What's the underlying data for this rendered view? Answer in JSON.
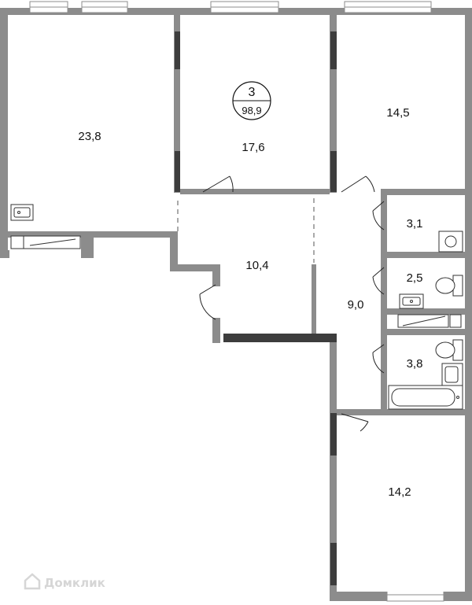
{
  "summary": {
    "rooms": "3",
    "total_area": "98,9"
  },
  "rooms": {
    "living_room": "23,8",
    "bedroom_center": "17,6",
    "bedroom_right": "14,5",
    "hall": "10,4",
    "corridor": "9,0",
    "kitchen_nook": "3,1",
    "wc": "2,5",
    "bathroom": "3,8",
    "bedroom_bottom": "14,2"
  },
  "watermark": "Домклик",
  "colors": {
    "wall": "#8c8c8c",
    "wall_dark": "#3d3d3d",
    "ink": "#111111",
    "watermark": "#d6d6d6"
  }
}
